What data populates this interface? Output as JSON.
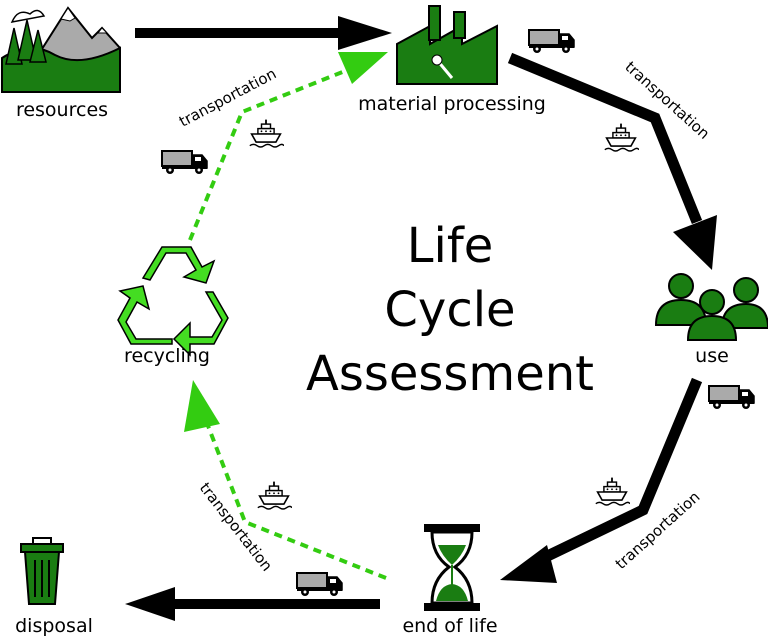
{
  "title": {
    "line1": "Life",
    "line2": "Cycle",
    "line3": "Assessment"
  },
  "stages": {
    "resources": "resources",
    "material_processing": "material processing",
    "use": "use",
    "end_of_life": "end of life",
    "recycling": "recycling",
    "disposal": "disposal"
  },
  "transport": {
    "label": "transportation"
  },
  "colors": {
    "green_fill": "#1a7d12",
    "recycle_green": "#44dd22",
    "dashed_green": "#33cc11",
    "arrow_black": "#000000",
    "truck_gray": "#aaaaaa"
  },
  "icons": {
    "resources": "mountains-trees-icon",
    "material_processing": "factory-icon",
    "use": "people-icon",
    "end_of_life": "hourglass-icon",
    "recycling": "recycle-icon",
    "disposal": "trash-bin-icon",
    "truck": "truck-icon",
    "ship": "ship-icon"
  }
}
